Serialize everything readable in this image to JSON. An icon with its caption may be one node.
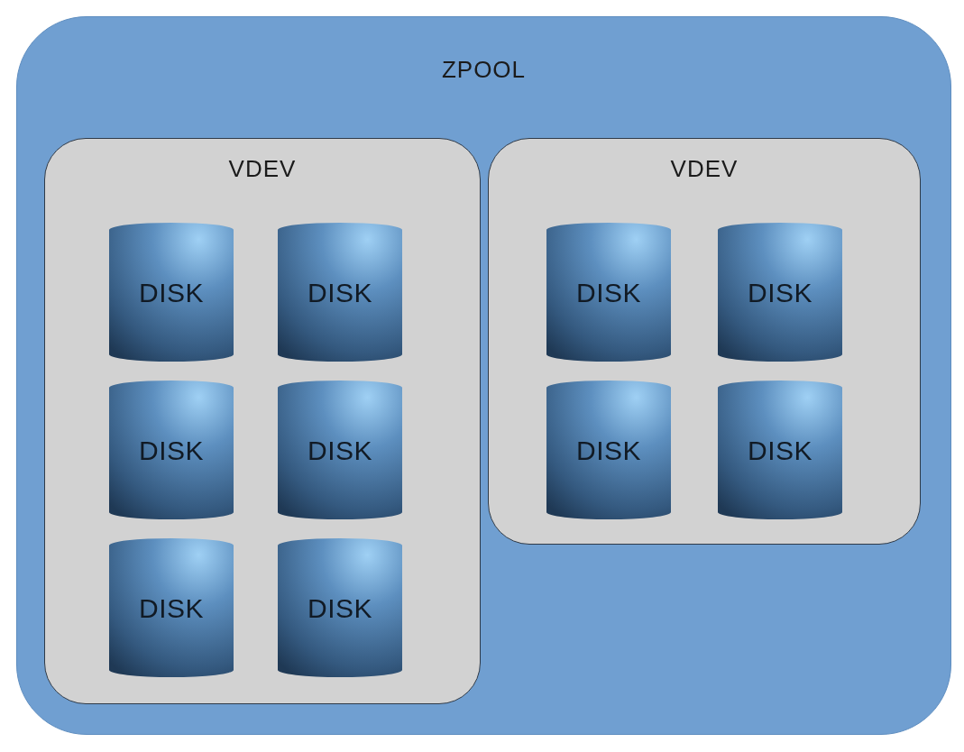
{
  "diagram": {
    "nodes": [
      {
        "text": [
          "ZPOOL"
        ]
      },
      {
        "text": [
          "VDEV"
        ],
        "in": 0
      },
      {
        "text": [
          "DISK"
        ],
        "in": 1
      },
      {
        "text": [
          "DISK"
        ],
        "in": 1
      },
      {
        "text": [
          "DISK"
        ],
        "in": 1
      },
      {
        "text": [
          "DISK"
        ],
        "in": 1
      },
      {
        "text": [
          "DISK"
        ],
        "in": 1
      },
      {
        "text": [
          "DISK"
        ],
        "in": 1
      },
      {
        "text": [
          "VDEV"
        ],
        "in": 0
      },
      {
        "text": [
          "DISK"
        ],
        "in": 8
      },
      {
        "text": [
          "DISK"
        ],
        "in": 8
      },
      {
        "text": [
          "DISK"
        ],
        "in": 8
      },
      {
        "text": [
          "DISK"
        ],
        "in": 8
      }
    ]
  }
}
